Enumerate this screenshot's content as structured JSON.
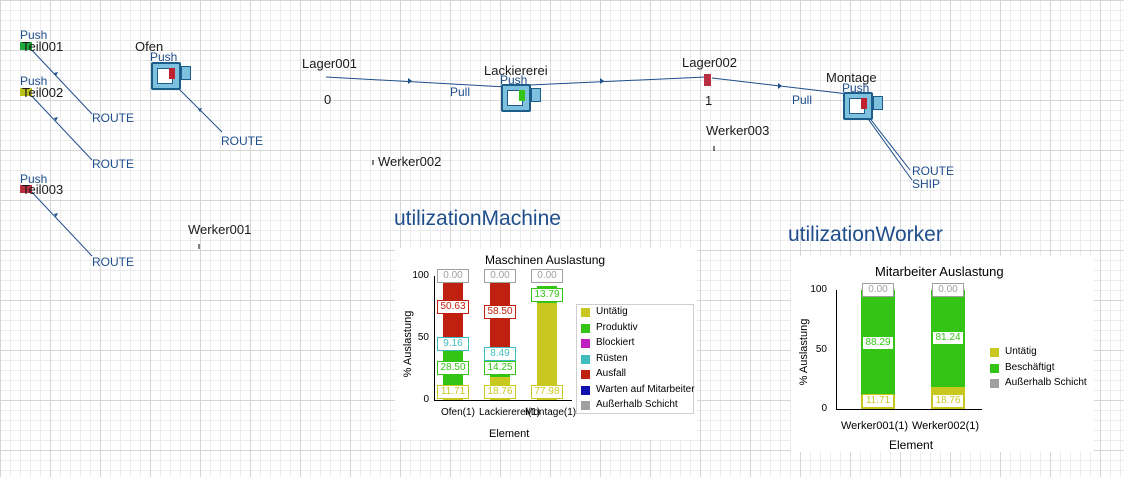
{
  "canvas": {
    "sources": [
      {
        "push_label": "Push",
        "name": "Teil001",
        "color": "#1faa3c",
        "route_label": "ROUTE"
      },
      {
        "push_label": "Push",
        "name": "Teil002",
        "color": "#b8c21a",
        "route_label": "ROUTE"
      },
      {
        "push_label": "Push",
        "name": "Teil003",
        "color": "#b83040",
        "route_label": "ROUTE"
      }
    ],
    "ofen": {
      "name": "Ofen",
      "push_label": "Push",
      "route_label": "ROUTE"
    },
    "lager001": {
      "name": "Lager001",
      "count": "0"
    },
    "lackiererei": {
      "name": "Lackiererei",
      "push_label": "Push",
      "pull_label": "Pull"
    },
    "lager002": {
      "name": "Lager002",
      "count": "1"
    },
    "montage": {
      "name": "Montage",
      "push_label": "Push",
      "pull_label": "Pull",
      "route_label": "ROUTE",
      "ship_label": "SHIP"
    },
    "workers": {
      "w1": "Werker001",
      "w2": "Werker002",
      "w3": "Werker003"
    },
    "utilization_machine_label": "utilizationMachine",
    "utilization_worker_label": "utilizationWorker"
  },
  "chart_data": [
    {
      "type": "bar",
      "stacked": true,
      "title": "Maschinen Auslastung",
      "xlabel": "Element",
      "ylabel": "% Auslastung",
      "ylim": [
        0,
        100
      ],
      "yticks": [
        "0",
        "50",
        "100"
      ],
      "categories": [
        "Ofen(1)",
        "Lackiererei(1)",
        "Montage(1)"
      ],
      "series": [
        {
          "name": "Untätig",
          "color": "#c8c820",
          "values": [
            11.71,
            18.76,
            77.98
          ]
        },
        {
          "name": "Produktiv",
          "color": "#33c416",
          "values": [
            28.5,
            14.25,
            13.79
          ]
        },
        {
          "name": "Blockiert",
          "color": "#c020c0",
          "values": [
            0,
            0,
            0
          ]
        },
        {
          "name": "Rüsten",
          "color": "#3fbcbc",
          "values": [
            9.16,
            8.49,
            0
          ]
        },
        {
          "name": "Ausfall",
          "color": "#c02010",
          "values": [
            50.63,
            58.5,
            0
          ]
        },
        {
          "name": "Warten auf Mitarbeiter",
          "color": "#1010b0",
          "values": [
            0,
            0,
            0
          ]
        },
        {
          "name": "Außerhalb Schicht",
          "color": "#a0a0a0",
          "values": [
            0.0,
            0.0,
            0.0
          ]
        }
      ],
      "labels": [
        [
          "11.71",
          "28.50",
          "9.16",
          "50.63",
          "0.00"
        ],
        [
          "18.76",
          "14.25",
          "8.49",
          "58.50",
          "0.00"
        ],
        [
          "77.98",
          "13.79",
          "0.00"
        ]
      ],
      "legend_position": "right"
    },
    {
      "type": "bar",
      "stacked": true,
      "title": "Mitarbeiter Auslastung",
      "xlabel": "Element",
      "ylabel": "% Auslastung",
      "ylim": [
        0,
        100
      ],
      "yticks": [
        "0",
        "50",
        "100"
      ],
      "categories": [
        "Werker001(1)",
        "Werker002(1)"
      ],
      "series": [
        {
          "name": "Untätig",
          "color": "#c8c820",
          "values": [
            11.71,
            18.76
          ]
        },
        {
          "name": "Beschäftigt",
          "color": "#33c416",
          "values": [
            88.29,
            81.24
          ]
        },
        {
          "name": "Außerhalb Schicht",
          "color": "#a0a0a0",
          "values": [
            0.0,
            0.0
          ]
        }
      ],
      "labels": [
        [
          "11.71",
          "88.29",
          "0.00"
        ],
        [
          "18.76",
          "81.24",
          "0.00"
        ]
      ],
      "legend_position": "right"
    }
  ]
}
